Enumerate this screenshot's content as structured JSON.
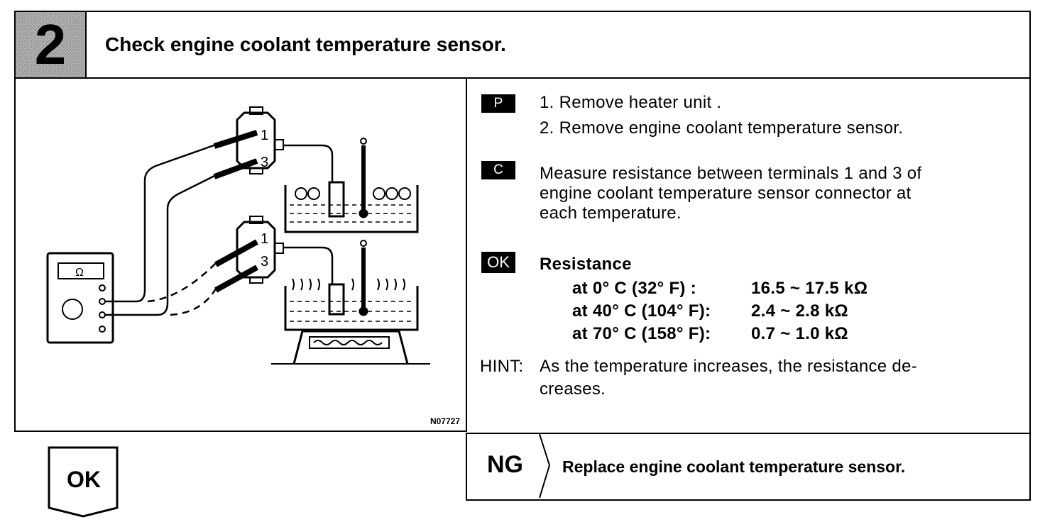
{
  "header": {
    "step_number": "2",
    "title": "Check engine coolant temperature sensor."
  },
  "figure": {
    "code": "N07727",
    "meter_symbol": "Ω",
    "terminals": [
      "1",
      "3",
      "1",
      "3"
    ]
  },
  "procedure": {
    "prep_tag": "P",
    "prep_steps": [
      "1.  Remove heater unit .",
      "2.  Remove engine coolant temperature sensor."
    ],
    "check_tag": "C",
    "check_lines": [
      "Measure resistance between terminals 1 and 3 of",
      "engine  coolant temperature sensor connector at",
      "each temperature."
    ],
    "ok_tag": "OK",
    "resistance_title": "Resistance",
    "resistance_rows": [
      {
        "label": "at   0° C (32° F)  :",
        "value": "16.5 ~ 17.5 kΩ"
      },
      {
        "label": "at 40° C (104° F):",
        "value": "2.4 ~ 2.8 kΩ"
      },
      {
        "label": "at 70° C (158° F):",
        "value": "0.7 ~ 1.0 kΩ"
      }
    ],
    "hint_label": "HINT:",
    "hint_lines": [
      "As the temperature increases, the resistance de-",
      "creases."
    ]
  },
  "result": {
    "ng_label": "NG",
    "ng_action": "Replace engine coolant temperature sensor.",
    "ok_label": "OK"
  }
}
